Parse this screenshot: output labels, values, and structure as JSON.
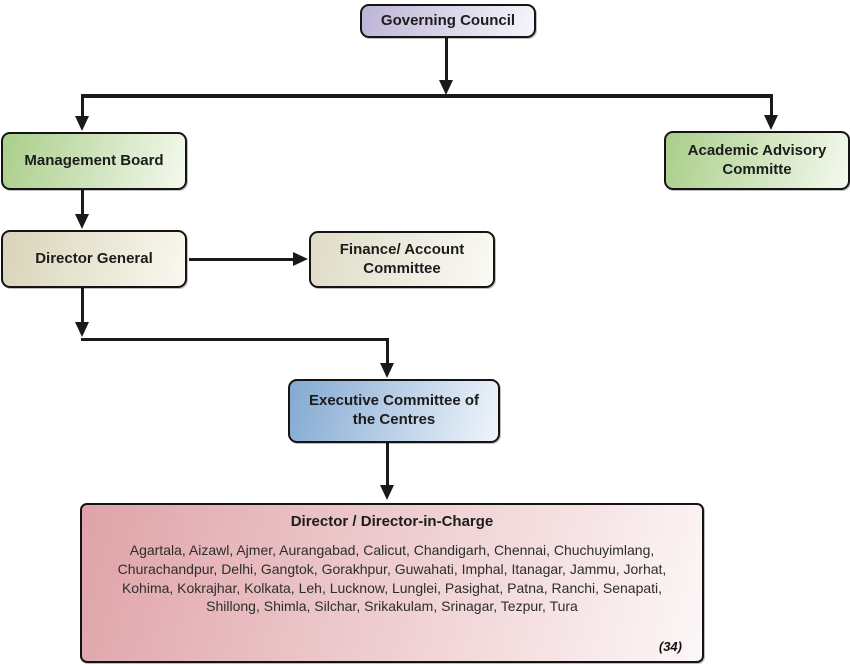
{
  "nodes": {
    "governing_council": {
      "label": "Governing Council"
    },
    "management_board": {
      "label": "Management Board"
    },
    "academic_advisory": {
      "label": "Academic Advisory Committe"
    },
    "director_general": {
      "label": "Director General"
    },
    "finance_committee": {
      "label": "Finance/ Account Committee"
    },
    "executive_committee": {
      "label": "Executive Committee of the Centres"
    },
    "directors": {
      "title": "Director / Director-in-Charge",
      "centres": "Agartala, Aizawl, Ajmer, Aurangabad, Calicut, Chandigarh, Chennai, Chuchuyimlang, Churachandpur, Delhi, Gangtok, Gorakhpur, Guwahati, Imphal, Itanagar, Jammu, Jorhat, Kohima, Kokrajhar, Kolkata, Leh, Lucknow, Lunglei, Pasighat, Patna, Ranchi, Senapati, Shillong, Shimla, Silchar, Srikakulam, Srinagar, Tezpur, Tura",
      "count": "(34)"
    }
  },
  "colors": {
    "governing": [
      "#bdb4d6",
      "#f7f5fb"
    ],
    "board": [
      "#a9ce89",
      "#f4f9ee"
    ],
    "advisory": [
      "#a9ce89",
      "#f4f9ee"
    ],
    "director": [
      "#d8d4b8",
      "#faf8f0"
    ],
    "finance": [
      "#dedbc6",
      "#fbfaf4"
    ],
    "executive": [
      "#83a9d2",
      "#eff5fb"
    ],
    "directors": [
      "#dfa3a8",
      "#fdf7f7"
    ],
    "line": "#1a1a1a"
  }
}
